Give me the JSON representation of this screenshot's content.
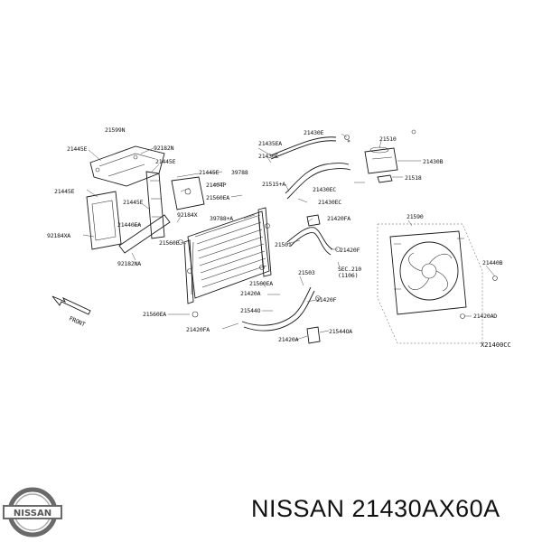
{
  "caption": "NISSAN 21430AX60A",
  "ref_code": "X21400CC",
  "front_label": "FRONT",
  "logo": {
    "text": "NISSAN",
    "icon": "nissan-logo-icon"
  },
  "labels": [
    "21599N",
    "92182N",
    "21445E",
    "21445E",
    "21445E",
    "21445E",
    "21445E",
    "92184XA",
    "21440EA",
    "92184X",
    "92182NA",
    "21404P",
    "21435EA",
    "21430E",
    "21430E",
    "21430B",
    "21510",
    "21518",
    "39788",
    "21515+A",
    "21560EA",
    "21430EC",
    "39788+A",
    "21420FA",
    "21560E",
    "21501",
    "21420F",
    "SEC.210",
    "(1106)",
    "21503",
    "21560EA",
    "21420A",
    "21420F",
    "21560EA",
    "21544O",
    "21420FA",
    "21420A",
    "21544OA",
    "21590",
    "21440B",
    "21420AD",
    "21430EC"
  ]
}
